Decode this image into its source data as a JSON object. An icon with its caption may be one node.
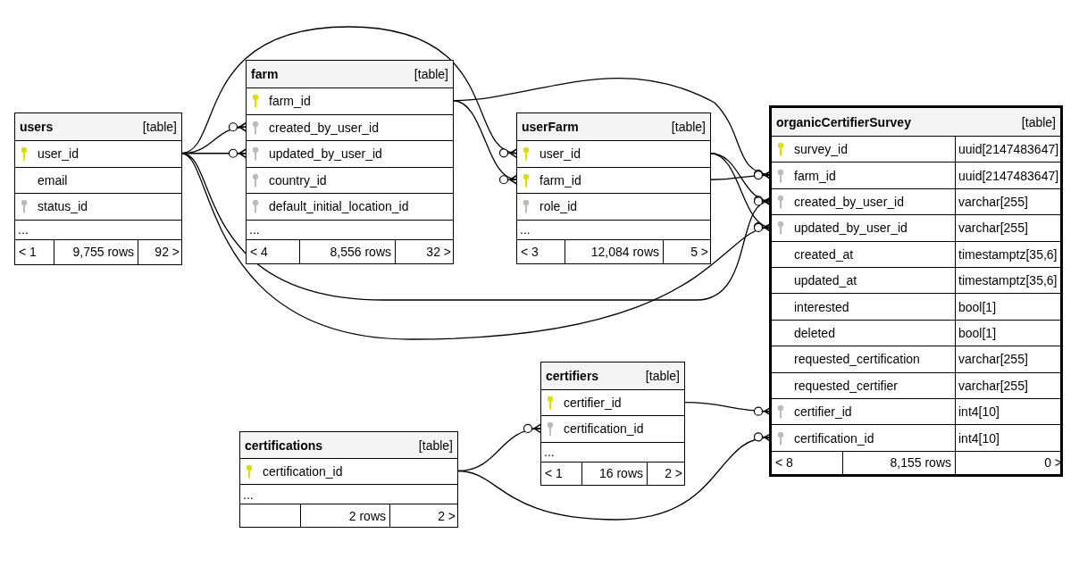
{
  "diagram": {
    "nodes": [
      {
        "text": [
          "users",
          "[table]"
        ]
      },
      {
        "text": [
          "user_id"
        ],
        "in": 0
      },
      {
        "text": [
          "email"
        ],
        "in": 0
      },
      {
        "text": [
          "status_id"
        ],
        "in": 0
      },
      {
        "text": [
          "..."
        ],
        "in": 0
      },
      {
        "text": [
          "< 1",
          "9,755 rows",
          "92 >"
        ],
        "in": 0
      },
      {
        "text": [
          "farm",
          "[table]"
        ]
      },
      {
        "text": [
          "farm_id"
        ],
        "in": 6
      },
      {
        "text": [
          "created_by_user_id"
        ],
        "in": 6
      },
      {
        "text": [
          "updated_by_user_id"
        ],
        "in": 6
      },
      {
        "text": [
          "country_id"
        ],
        "in": 6
      },
      {
        "text": [
          "default_initial_location_id"
        ],
        "in": 6
      },
      {
        "text": [
          "..."
        ],
        "in": 6
      },
      {
        "text": [
          "< 4",
          "8,556 rows",
          "32 >"
        ],
        "in": 6
      },
      {
        "text": [
          "userFarm",
          "[table]"
        ]
      },
      {
        "text": [
          "user_id"
        ],
        "in": 14
      },
      {
        "text": [
          "farm_id"
        ],
        "in": 14
      },
      {
        "text": [
          "role_id"
        ],
        "in": 14
      },
      {
        "text": [
          "..."
        ],
        "in": 14
      },
      {
        "text": [
          "< 3",
          "12,084 rows",
          "5 >"
        ],
        "in": 14
      },
      {
        "text": [
          "organicCertifierSurvey",
          "[table]"
        ]
      },
      {
        "text": [
          "survey_id",
          "uuid[2147483647]"
        ],
        "in": 20
      },
      {
        "text": [
          "farm_id",
          "uuid[2147483647]"
        ],
        "in": 20
      },
      {
        "text": [
          "created_by_user_id",
          "varchar[255]"
        ],
        "in": 20
      },
      {
        "text": [
          "updated_by_user_id",
          "varchar[255]"
        ],
        "in": 20
      },
      {
        "text": [
          "created_at",
          "timestamptz[35,6]"
        ],
        "in": 20
      },
      {
        "text": [
          "updated_at",
          "timestamptz[35,6]"
        ],
        "in": 20
      },
      {
        "text": [
          "interested",
          "bool[1]"
        ],
        "in": 20
      },
      {
        "text": [
          "deleted",
          "bool[1]"
        ],
        "in": 20
      },
      {
        "text": [
          "requested_certification",
          "varchar[255]"
        ],
        "in": 20
      },
      {
        "text": [
          "requested_certifier",
          "varchar[255]"
        ],
        "in": 20
      },
      {
        "text": [
          "certifier_id",
          "int4[10]"
        ],
        "in": 20
      },
      {
        "text": [
          "certification_id",
          "int4[10]"
        ],
        "in": 20
      },
      {
        "text": [
          "< 8",
          "8,155 rows",
          "0 >"
        ],
        "in": 20
      },
      {
        "text": [
          "certifiers",
          "[table]"
        ]
      },
      {
        "text": [
          "certifier_id"
        ],
        "in": 34
      },
      {
        "text": [
          "certification_id"
        ],
        "in": 34
      },
      {
        "text": [
          "..."
        ],
        "in": 34
      },
      {
        "text": [
          "< 1",
          "16 rows",
          "2 >"
        ],
        "in": 34
      },
      {
        "text": [
          "certifications",
          "[table]"
        ]
      },
      {
        "text": [
          "certification_id"
        ],
        "in": 39
      },
      {
        "text": [
          "..."
        ],
        "in": 39
      },
      {
        "text": [
          "2 rows",
          "2 >"
        ],
        "in": 39
      }
    ],
    "edges": [
      {
        "from": 1,
        "to": 8,
        "arrow": "other"
      },
      {
        "from": 1,
        "to": 9,
        "arrow": "other"
      },
      {
        "from": 1,
        "to": 15,
        "arrow": "other"
      },
      {
        "from": 1,
        "to": 23,
        "arrow": "other"
      },
      {
        "from": 1,
        "to": 24,
        "arrow": "other"
      },
      {
        "from": 7,
        "to": 16,
        "arrow": "other"
      },
      {
        "from": 7,
        "to": 22,
        "arrow": "other"
      },
      {
        "from": 15,
        "to": 23,
        "arrow": "other"
      },
      {
        "from": 15,
        "to": 24,
        "arrow": "other"
      },
      {
        "from": 16,
        "to": 22,
        "arrow": "other"
      },
      {
        "from": 35,
        "to": 31,
        "arrow": "other"
      },
      {
        "from": 40,
        "to": 36,
        "arrow": "other"
      },
      {
        "from": 40,
        "to": 32,
        "arrow": "other"
      }
    ]
  }
}
